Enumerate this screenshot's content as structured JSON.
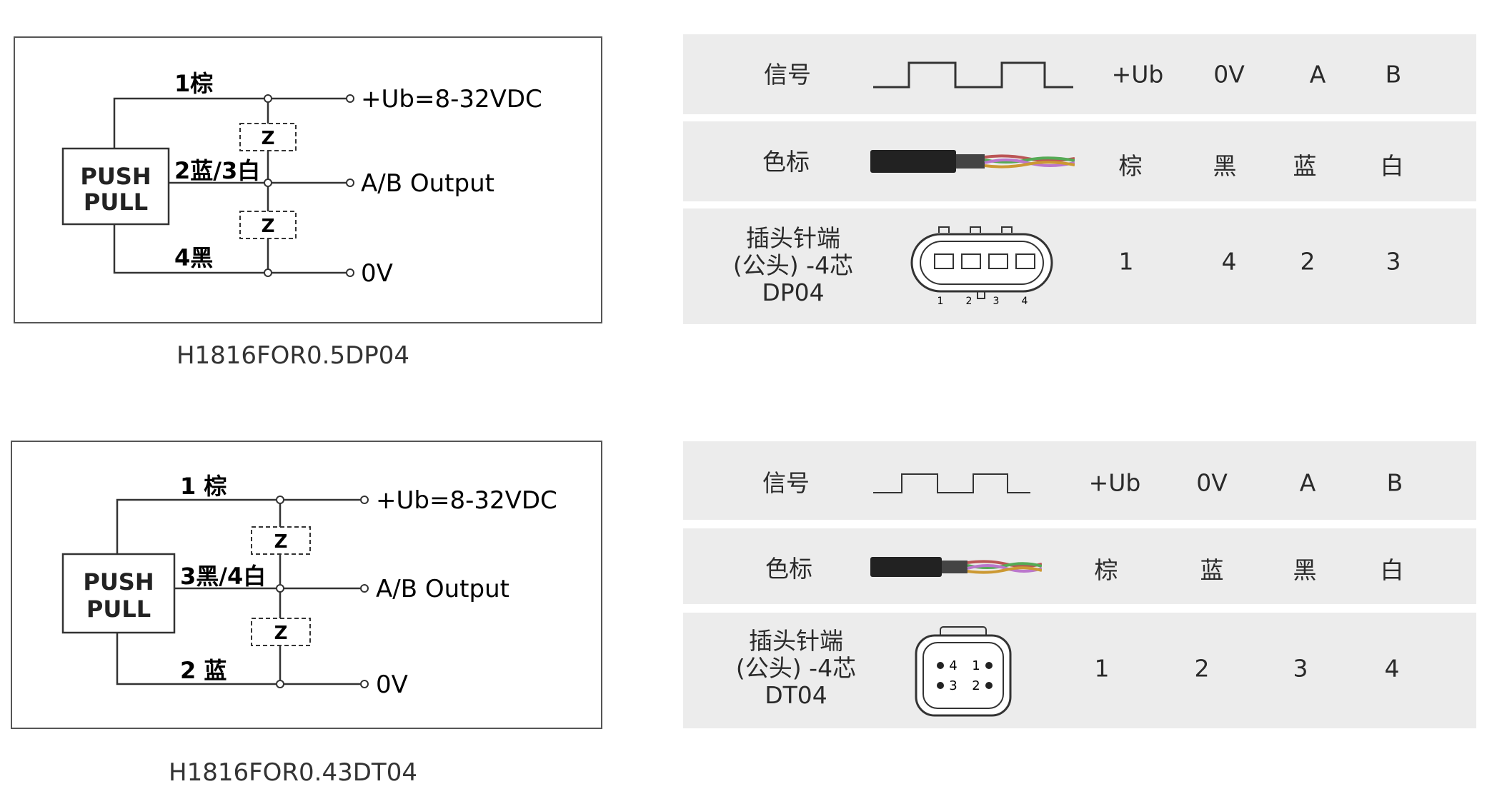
{
  "diagrams": [
    {
      "model": "H1816FOR0.5DP04",
      "output_type": [
        "PUSH",
        "PULL"
      ],
      "wire_top": "1棕",
      "wire_mid": "2蓝/3白",
      "wire_bottom": "4黑",
      "load_symbol": "Z",
      "terminal_supply": "+Ub=8-32VDC",
      "terminal_output": "A/B Output",
      "terminal_ground": "0V",
      "table": {
        "signal_label": "信号",
        "signal_columns": [
          "+Ub",
          "0V",
          "A",
          "B"
        ],
        "color_label": "色标",
        "colors": [
          "棕",
          "黑",
          "蓝",
          "白"
        ],
        "pin_label": "插头针端\n(公头) -4芯\nDP04",
        "pins": [
          "1",
          "4",
          "2",
          "3"
        ],
        "connector_pin_marks": [
          "1",
          "2",
          "3",
          "4"
        ]
      }
    },
    {
      "model": "H1816FOR0.43DT04",
      "output_type": [
        "PUSH",
        "PULL"
      ],
      "wire_top": "1 棕",
      "wire_mid": "3黑/4白",
      "wire_bottom": "2 蓝",
      "load_symbol": "Z",
      "terminal_supply": "+Ub=8-32VDC",
      "terminal_output": "A/B Output",
      "terminal_ground": "0V",
      "table": {
        "signal_label": "信号",
        "signal_columns": [
          "+Ub",
          "0V",
          "A",
          "B"
        ],
        "color_label": "色标",
        "colors": [
          "棕",
          "蓝",
          "黑",
          "白"
        ],
        "pin_label": "插头针端\n(公头) -4芯\nDT04",
        "pins": [
          "1",
          "2",
          "3",
          "4"
        ],
        "connector_pin_marks": [
          "4",
          "1",
          "3",
          "2"
        ]
      }
    }
  ]
}
